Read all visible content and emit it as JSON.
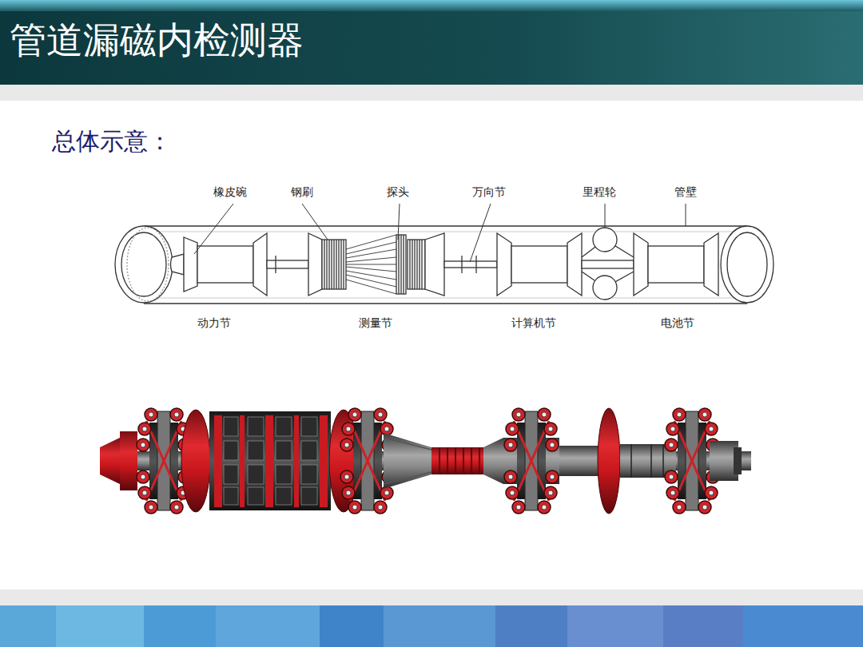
{
  "diagram": {
    "title": "管道漏磁内检测器",
    "labels": [
      "总体示意：",
      "橡皮碗",
      "钢刷",
      "探头",
      "万向节",
      "里程轮",
      "管壁",
      "动力节",
      "测量节",
      "计算机节",
      "电池节"
    ]
  }
}
